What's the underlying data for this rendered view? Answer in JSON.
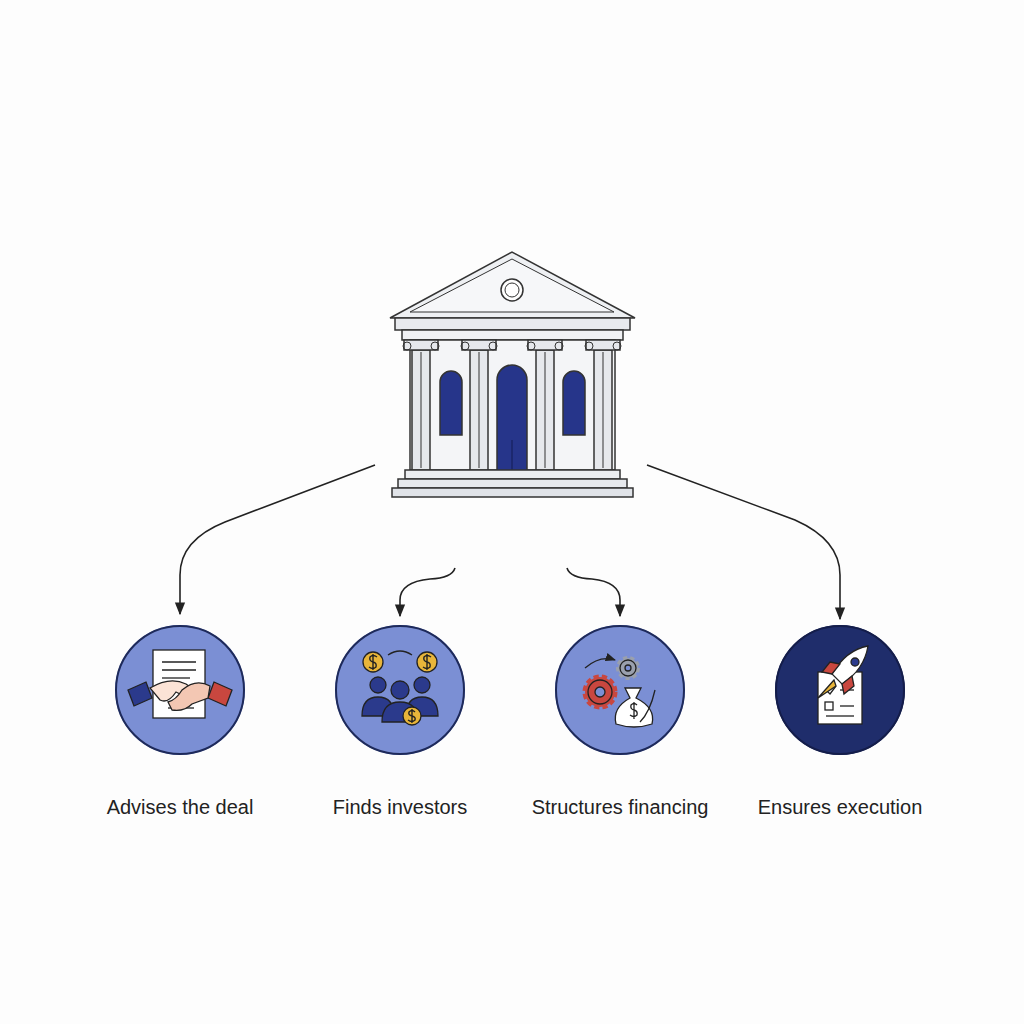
{
  "diagram": {
    "nodes": [
      {
        "text": [
          "Advises the deal"
        ]
      },
      {
        "text": [
          "Finds investors"
        ]
      },
      {
        "text": [
          "Structures financing"
        ]
      },
      {
        "text": [
          "Ensures execution"
        ]
      }
    ]
  }
}
